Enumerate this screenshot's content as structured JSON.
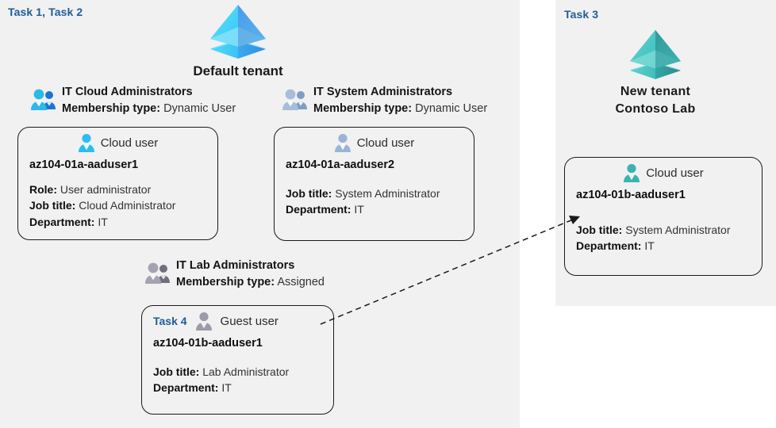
{
  "diagram": {
    "title": "Azure AD tenants, groups and users lab diagram",
    "colors": {
      "panel_background": "#f1f1f1",
      "task_label": "#1f5c99",
      "card_border": "#1a1a1a",
      "default_tenant_accent": "#3fb7f0",
      "new_tenant_accent": "#3dbfbf",
      "cloud_user_accent": "#30bdf0",
      "member_user_accent": "#9ab4d4",
      "guest_user_accent": "#9b9bab"
    }
  },
  "left_panel": {
    "task_label": "Task 1, Task 2",
    "tenant": {
      "icon": "azure-tenant-icon",
      "title": "Default tenant"
    },
    "groups": [
      {
        "icon": "group-users-icon",
        "name": "IT Cloud Administrators",
        "meta_label": "Membership type:",
        "meta_value": "Dynamic User"
      },
      {
        "icon": "group-users-icon",
        "name": "IT System Administrators",
        "meta_label": "Membership type:",
        "meta_value": "Dynamic User"
      },
      {
        "icon": "group-users-icon",
        "name": "IT Lab Administrators",
        "meta_label": "Membership type:",
        "meta_value": "Assigned"
      }
    ],
    "cards": [
      {
        "task": null,
        "user_icon": "cloud-user-icon",
        "user_type": "Cloud user",
        "username": "az104-01a-aaduser1",
        "attributes": [
          {
            "label": "Role:",
            "value": "User administrator"
          },
          {
            "label": "Job title:",
            "value": "Cloud Administrator"
          },
          {
            "label": "Department:",
            "value": "IT"
          }
        ]
      },
      {
        "task": null,
        "user_icon": "cloud-user-icon",
        "user_type": "Cloud user",
        "username": "az104-01a-aaduser2",
        "attributes": [
          {
            "label": "Job title:",
            "value": "System Administrator"
          },
          {
            "label": "Department:",
            "value": "IT"
          }
        ]
      },
      {
        "task": "Task 4",
        "user_icon": "guest-user-icon",
        "user_type": "Guest user",
        "username": "az104-01b-aaduser1",
        "attributes": [
          {
            "label": "Job title:",
            "value": "Lab Administrator"
          },
          {
            "label": "Department:",
            "value": "IT"
          }
        ]
      }
    ]
  },
  "right_panel": {
    "task_label": "Task 3",
    "tenant": {
      "icon": "azure-tenant-icon",
      "title_line1": "New  tenant",
      "title_line2": "Contoso Lab"
    },
    "card": {
      "user_icon": "cloud-user-icon",
      "user_type": "Cloud user",
      "username": "az104-01b-aaduser1",
      "attributes": [
        {
          "label": "Job title:",
          "value": "System Administrator"
        },
        {
          "label": "Department:",
          "value": "IT"
        }
      ]
    }
  },
  "connector": {
    "name": "guest-user-invite-arrow",
    "style": "dashed-arrow",
    "from": "az104-01b-aaduser1 guest user card",
    "to": "az104-01b-aaduser1 cloud user card"
  }
}
